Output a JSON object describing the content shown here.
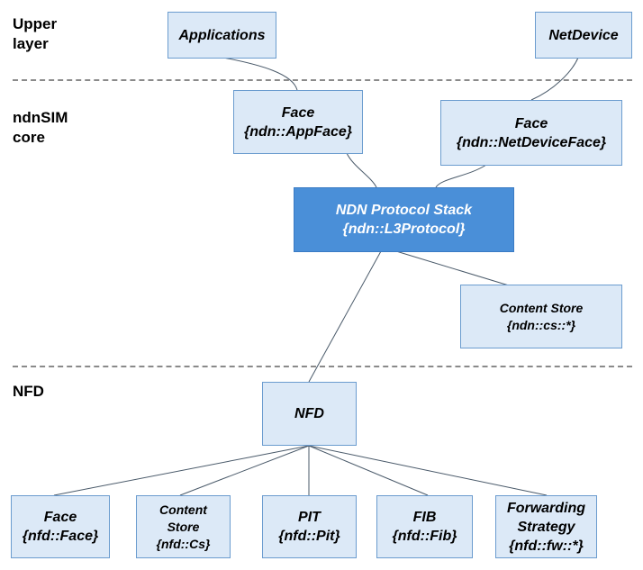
{
  "layers": {
    "upper": [
      "Upper",
      "layer"
    ],
    "core": [
      "ndnSIM",
      "core"
    ],
    "nfd": [
      "NFD"
    ]
  },
  "boxes": {
    "applications": [
      "Applications"
    ],
    "netdevice": [
      "NetDevice"
    ],
    "face_app": [
      "Face",
      "{ndn::AppFace}"
    ],
    "face_netdevice": [
      "Face",
      "{ndn::NetDeviceFace}"
    ],
    "protocol_stack": [
      "NDN Protocol Stack",
      "{ndn::L3Protocol}"
    ],
    "content_store_ndn": [
      "Content Store",
      "{ndn::cs::*}"
    ],
    "nfd": [
      "NFD"
    ],
    "face_nfd": [
      "Face",
      "{nfd::Face}"
    ],
    "content_store_nfd": [
      "Content",
      "Store",
      "{nfd::Cs}"
    ],
    "pit": [
      "PIT",
      "{nfd::Pit}"
    ],
    "fib": [
      "FIB",
      "{nfd::Fib}"
    ],
    "forwarding_strategy": [
      "Forwarding",
      "Strategy",
      "{nfd::fw::*}"
    ]
  },
  "colors": {
    "box_fill": "#dce9f7",
    "box_border": "#6b9ccf",
    "highlight_fill": "#4a8fd8",
    "connector": "#4a5a6a",
    "separator": "#8a8a8a"
  }
}
